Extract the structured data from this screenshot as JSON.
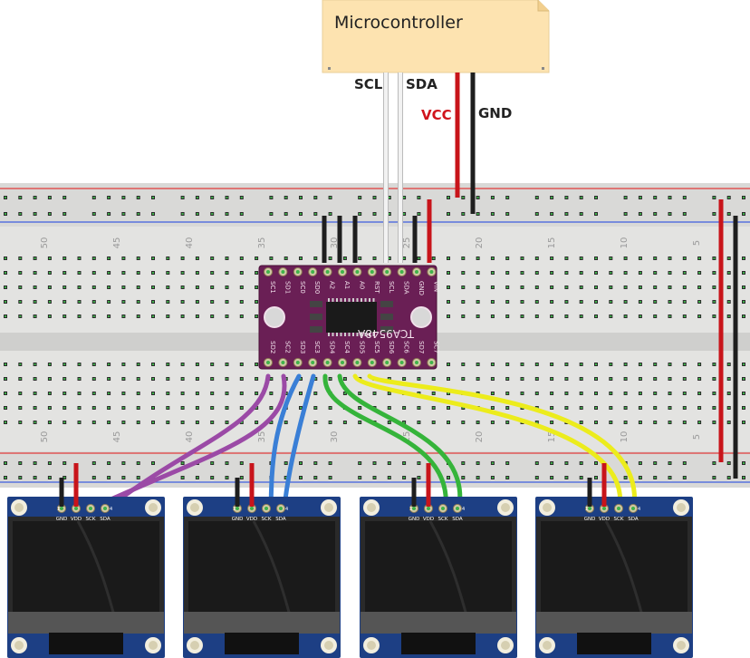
{
  "microcontroller": {
    "label": "Microcontroller"
  },
  "wire_labels": {
    "scl": "SCL",
    "sda": "SDA",
    "vcc": "VCC",
    "gnd": "GND"
  },
  "colors": {
    "power_wire": "#c8141a",
    "ground_wire": "#1e1e1e",
    "i2c_wire": "#e6e6e6",
    "channel2_wire": "#9b4aa6",
    "channel3_wire": "#3a7fd6",
    "channel4_wire": "#35b43a",
    "channel5_wire": "#ecec1c",
    "mux_board": "#6a1f55",
    "oled_board": "#1d3f84",
    "vcc_label": "#d0141c"
  },
  "breadboard": {
    "column_numbers": [
      "50",
      "45",
      "40",
      "35",
      "30",
      "25",
      "20",
      "15",
      "10",
      "5"
    ]
  },
  "mux": {
    "part_label": "TCA9548A",
    "top_pins": [
      "SC1",
      "SD1",
      "SC0",
      "SD0",
      "A2",
      "A1",
      "A0",
      "RST",
      "SCL",
      "SDA",
      "GND",
      "VIN"
    ],
    "bottom_pins": [
      "SD2",
      "SC2",
      "SD3",
      "SC3",
      "SD4",
      "SC4",
      "SD5",
      "SC5",
      "SD6",
      "SC6",
      "SD7",
      "SC7"
    ]
  },
  "oled_pins": [
    "GND",
    "VDD",
    "SCK",
    "SDA"
  ],
  "oled_pin_numbers": [
    "1",
    "4"
  ],
  "oled_count": 4
}
